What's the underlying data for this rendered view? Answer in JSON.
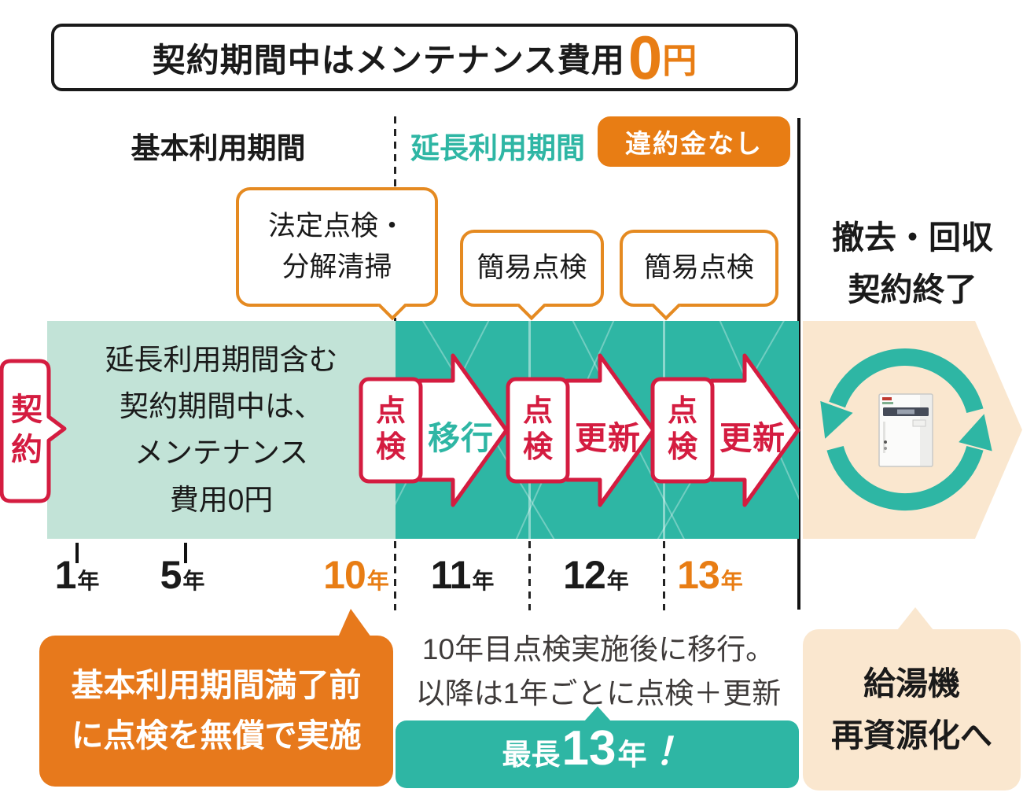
{
  "title": {
    "prefix": "契約期間中はメンテナンス費用",
    "zero": "0",
    "yen": "円"
  },
  "sections": {
    "basic_period": "基本利用期間",
    "extended_period": "延長利用期間",
    "no_penalty_badge": "違約金なし"
  },
  "callouts": {
    "legal_inspection": {
      "line1": "法定点検・",
      "line2": "分解清掃"
    },
    "simple_inspection_1": "簡易点検",
    "simple_inspection_2": "簡易点検"
  },
  "removal": {
    "line1": "撤去・回収",
    "line2": "契約終了"
  },
  "contract_tab": "契約",
  "band_message": {
    "line1": "延長利用期間含む",
    "line2": "契約期間中は、",
    "line3": "メンテナンス",
    "line4": "費用0円"
  },
  "arrows": [
    {
      "inspect": "点検",
      "action": "移行"
    },
    {
      "inspect": "点検",
      "action": "更新"
    },
    {
      "inspect": "点検",
      "action": "更新"
    }
  ],
  "years": [
    {
      "num": "1",
      "unit": "年"
    },
    {
      "num": "5",
      "unit": "年"
    },
    {
      "num": "10",
      "unit": "年"
    },
    {
      "num": "11",
      "unit": "年"
    },
    {
      "num": "12",
      "unit": "年"
    },
    {
      "num": "13",
      "unit": "年"
    }
  ],
  "bottom": {
    "free_inspection": {
      "line1": "基本利用期間満了前",
      "line2": "に点検を無償で実施"
    },
    "note": {
      "line1": "10年目点検実施後に移行。",
      "line2": "以降は1年ごとに点検＋更新"
    },
    "max_duration": {
      "prefix": "最長",
      "num": "13",
      "unit": "年",
      "bang": "！"
    },
    "recycle": {
      "line1": "給湯機",
      "line2": "再資源化へ"
    }
  },
  "colors": {
    "orange": "#e87d14",
    "teal": "#2eb6a4",
    "mint": "#c2e3d7",
    "crimson": "#d41c40",
    "peach": "#fae7cf"
  }
}
